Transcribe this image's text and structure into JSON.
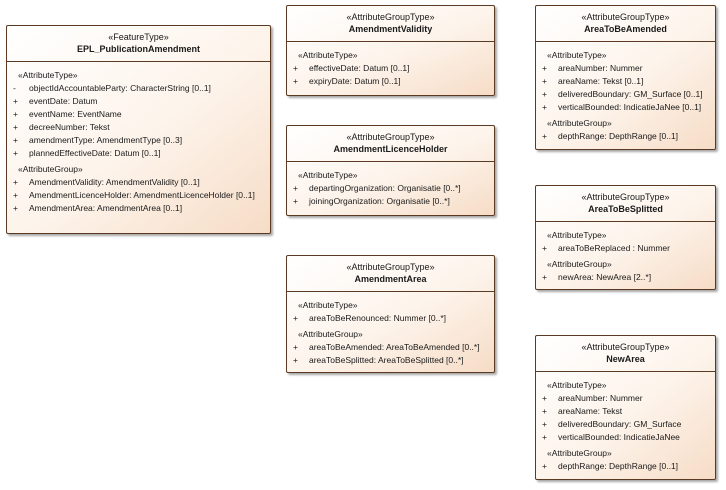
{
  "classes": [
    {
      "id": "epl-publication-amendment",
      "stereotype": "«FeatureType»",
      "name": "EPL_PublicationAmendment",
      "groups": [
        {
          "label": "«AttributeType»",
          "rows": [
            {
              "vis": "-",
              "text": "objectIdAccountableParty: CharacterString [0..1]"
            },
            {
              "vis": "+",
              "text": "eventDate: Datum"
            },
            {
              "vis": "+",
              "text": "eventName: EventName"
            },
            {
              "vis": "+",
              "text": "decreeNumber: Tekst"
            },
            {
              "vis": "+",
              "text": "amendmentType: AmendmentType [0..3]"
            },
            {
              "vis": "+",
              "text": "plannedEffectiveDate: Datum [0..1]"
            }
          ]
        },
        {
          "label": "«AttributeGroup»",
          "rows": [
            {
              "vis": "+",
              "text": "AmendmentValidity: AmendmentValidity [0..1]"
            },
            {
              "vis": "+",
              "text": "AmendmentLicenceHolder: AmendmentLicenceHolder [0..1]"
            },
            {
              "vis": "+",
              "text": "AmendmentArea: AmendmentArea [0..1]"
            }
          ]
        }
      ]
    },
    {
      "id": "amendment-validity",
      "stereotype": "«AttributeGroupType»",
      "name": "AmendmentValidity",
      "groups": [
        {
          "label": "«AttributeType»",
          "rows": [
            {
              "vis": "+",
              "text": "effectiveDate: Datum [0..1]"
            },
            {
              "vis": "+",
              "text": "expiryDate: Datum [0..1]"
            }
          ]
        }
      ]
    },
    {
      "id": "amendment-licence-holder",
      "stereotype": "«AttributeGroupType»",
      "name": "AmendmentLicenceHolder",
      "groups": [
        {
          "label": "«AttributeType»",
          "rows": [
            {
              "vis": "+",
              "text": "departingOrganization: Organisatie [0..*]"
            },
            {
              "vis": "+",
              "text": "joiningOrganization: Organisatie [0..*]"
            }
          ]
        }
      ]
    },
    {
      "id": "amendment-area",
      "stereotype": "«AttributeGroupType»",
      "name": "AmendmentArea",
      "groups": [
        {
          "label": "«AttributeType»",
          "rows": [
            {
              "vis": "+",
              "text": "areaToBeRenounced: Nummer [0..*]"
            }
          ]
        },
        {
          "label": "«AttributeGroup»",
          "rows": [
            {
              "vis": "+",
              "text": "areaToBeAmended: AreaToBeAmended [0..*]"
            },
            {
              "vis": "+",
              "text": "areaToBeSplitted: AreaToBeSplitted [0..*]"
            }
          ]
        }
      ]
    },
    {
      "id": "area-to-be-amended",
      "stereotype": "«AttributeGroupType»",
      "name": "AreaToBeAmended",
      "groups": [
        {
          "label": "«AttributeType»",
          "rows": [
            {
              "vis": "+",
              "text": "areaNumber: Nummer"
            },
            {
              "vis": "+",
              "text": "areaName: Tekst [0..1]"
            },
            {
              "vis": "+",
              "text": "deliveredBoundary: GM_Surface [0..1]"
            },
            {
              "vis": "+",
              "text": "verticalBounded: IndicatieJaNee [0..1]"
            }
          ]
        },
        {
          "label": "«AttributeGroup»",
          "rows": [
            {
              "vis": "+",
              "text": "depthRange: DepthRange [0..1]"
            }
          ]
        }
      ]
    },
    {
      "id": "area-to-be-splitted",
      "stereotype": "«AttributeGroupType»",
      "name": "AreaToBeSplitted",
      "groups": [
        {
          "label": "«AttributeType»",
          "rows": [
            {
              "vis": "+",
              "text": "areaToBeReplaced : Nummer"
            }
          ]
        },
        {
          "label": "«AttributeGroup»",
          "rows": [
            {
              "vis": "+",
              "text": "newArea: NewArea [2..*]"
            }
          ]
        }
      ]
    },
    {
      "id": "new-area",
      "stereotype": "«AttributeGroupType»",
      "name": "NewArea",
      "groups": [
        {
          "label": "«AttributeType»",
          "rows": [
            {
              "vis": "+",
              "text": "areaNumber: Nummer"
            },
            {
              "vis": "+",
              "text": "areaName: Tekst"
            },
            {
              "vis": "+",
              "text": "deliveredBoundary: GM_Surface"
            },
            {
              "vis": "+",
              "text": "verticalBounded: IndicatieJaNee"
            }
          ]
        },
        {
          "label": "«AttributeGroup»",
          "rows": [
            {
              "vis": "+",
              "text": "depthRange: DepthRange [0..1]"
            }
          ]
        }
      ]
    }
  ]
}
